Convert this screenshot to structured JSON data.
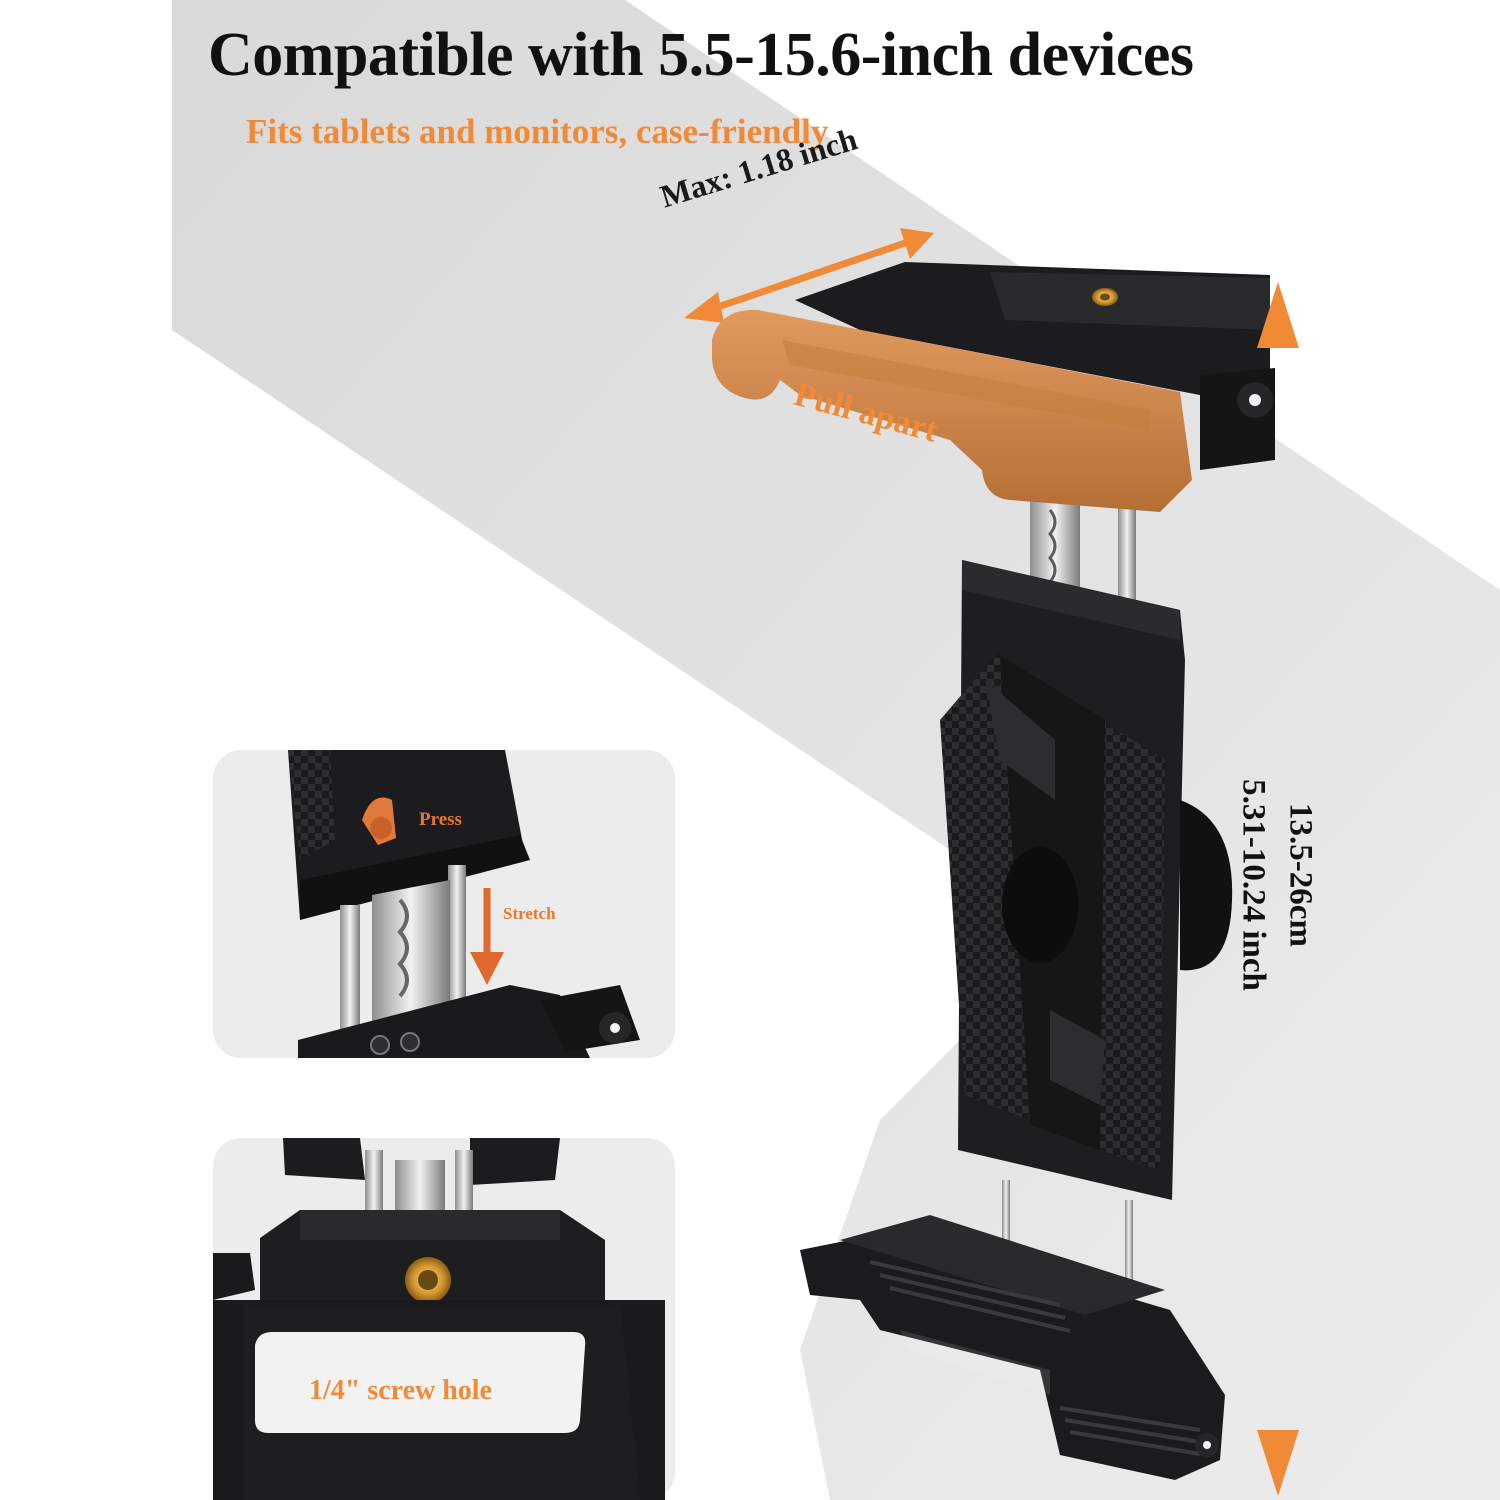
{
  "headline": "Compatible with 5.5-15.6-inch devices",
  "subheadline": "Fits tablets and monitors, case-friendly",
  "callouts": {
    "clamp_depth": "Max: 1.18 inch",
    "pull_apart": "Pull apart",
    "press": "Press",
    "stretch": "Stretch",
    "screw_hole": "1/4\" screw hole"
  },
  "range": {
    "metric": "13.5-26cm",
    "imperial": "5.31-10.24 inch"
  },
  "colors": {
    "accent_orange": "#f08a37",
    "text_dark": "#111111",
    "product_black": "#1c1c1e",
    "background_gray": "#e1e1e1"
  }
}
